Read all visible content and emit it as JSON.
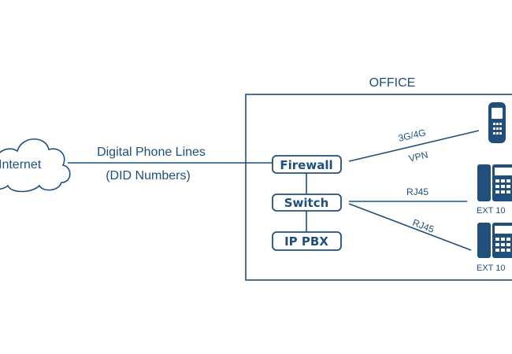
{
  "internet": {
    "label": "Internet"
  },
  "link": {
    "line1": "Digital Phone Lines",
    "line2": "(DID Numbers)"
  },
  "office": {
    "label": "OFFICE"
  },
  "devices": {
    "firewall": "Firewall",
    "switch": "Switch",
    "pbx": "IP PBX"
  },
  "connections": {
    "mobile_top": "3G/4G",
    "mobile_bottom": "VPN",
    "desk1": "RJ45",
    "desk2": "RJ45"
  },
  "extensions": {
    "ext1": "EXT 10",
    "ext2": "EXT 10"
  },
  "colors": {
    "primary": "#1f4f7a",
    "background": "#ffffff"
  }
}
